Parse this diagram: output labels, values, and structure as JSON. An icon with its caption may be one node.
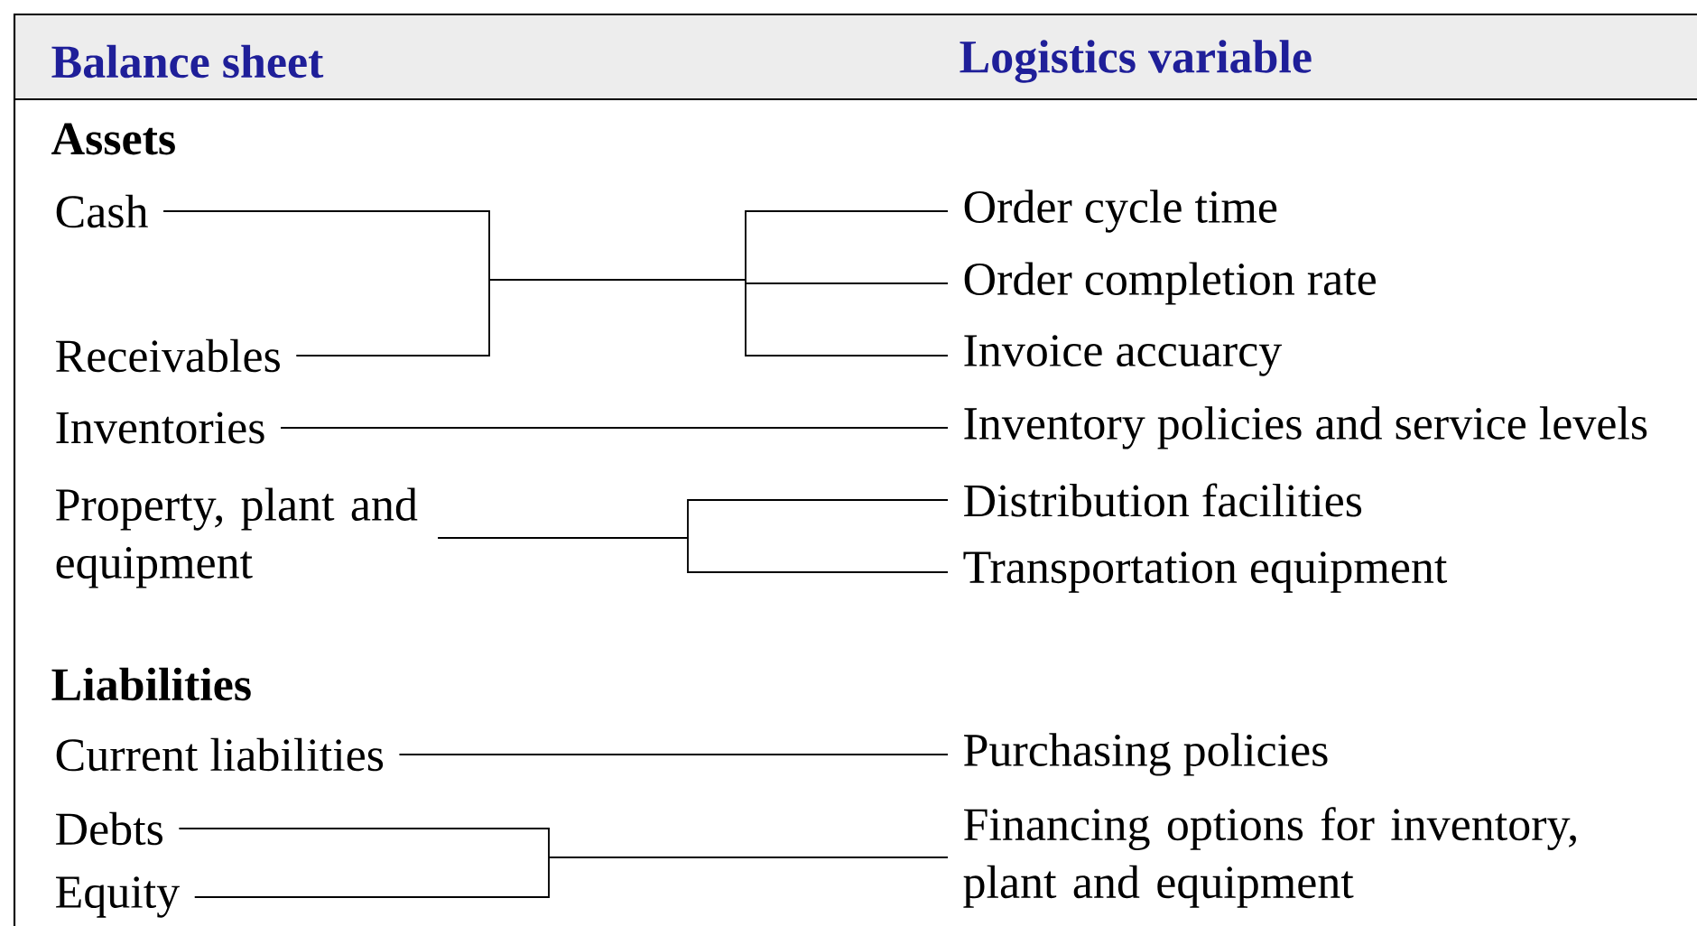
{
  "diagram": {
    "nodes": [
      {
        "text": [
          "Cash"
        ]
      },
      {
        "text": [
          "Order cycle time"
        ]
      },
      {
        "text": [
          "Order completion rate"
        ]
      },
      {
        "text": [
          "Receivables"
        ]
      },
      {
        "text": [
          "Invoice accuarcy"
        ]
      },
      {
        "text": [
          "Inventories"
        ]
      },
      {
        "text": [
          "Inventory policies and service levels"
        ]
      },
      {
        "text": [
          "Property, plant and equipment"
        ]
      },
      {
        "text": [
          "Distribution facilities"
        ]
      },
      {
        "text": [
          "Transportation equipment"
        ]
      },
      {
        "text": [
          "Current liabilities"
        ]
      },
      {
        "text": [
          "Purchasing policies"
        ]
      },
      {
        "text": [
          "Debts"
        ]
      },
      {
        "text": [
          "Equity"
        ]
      },
      {
        "text": [
          "Financing options for inventory, plant and equipment"
        ]
      }
    ],
    "edges": [
      {
        "from": 0,
        "to": 1,
        "arrow": "none"
      },
      {
        "from": 0,
        "to": 2,
        "arrow": "none"
      },
      {
        "from": 0,
        "to": 4,
        "arrow": "none"
      },
      {
        "from": 3,
        "to": 1,
        "arrow": "none"
      },
      {
        "from": 3,
        "to": 2,
        "arrow": "none"
      },
      {
        "from": 3,
        "to": 4,
        "arrow": "none"
      },
      {
        "from": 5,
        "to": 6,
        "arrow": "none"
      },
      {
        "from": 7,
        "to": 8,
        "arrow": "none"
      },
      {
        "from": 7,
        "to": 9,
        "arrow": "none"
      },
      {
        "from": 10,
        "to": 11,
        "arrow": "none"
      },
      {
        "from": 12,
        "to": 14,
        "arrow": "none"
      },
      {
        "from": 13,
        "to": 14,
        "arrow": "none"
      }
    ],
    "labels": [
      "Balance sheet",
      "Logistics variable",
      "Assets",
      "Liabilities"
    ]
  }
}
